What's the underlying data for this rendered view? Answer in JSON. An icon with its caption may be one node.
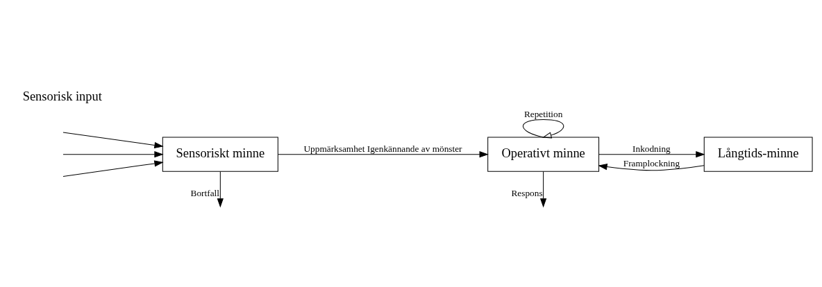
{
  "diagram": {
    "nodes": [
      {
        "text": [
          "Sensoriskt minne"
        ]
      },
      {
        "text": [
          "Operativt minne"
        ]
      },
      {
        "text": [
          "Långtids-minne"
        ]
      }
    ],
    "edges": [
      {
        "from": null,
        "to": 0,
        "arrow": "to"
      },
      {
        "from": null,
        "to": 0,
        "arrow": "to"
      },
      {
        "from": null,
        "to": 0,
        "arrow": "to"
      },
      {
        "from": 0,
        "to": null,
        "arrow": "to",
        "label": "Bortfall"
      },
      {
        "from": 0,
        "to": 1,
        "arrow": "to",
        "label": "Uppmärksamhet Igenkännande av mönster"
      },
      {
        "from": 1,
        "to": 1,
        "arrow": "to",
        "label": "Repetition"
      },
      {
        "from": 1,
        "to": 2,
        "arrow": "to",
        "label": "Inkodning"
      },
      {
        "from": 2,
        "to": 1,
        "arrow": "to",
        "label": "Framplockning"
      },
      {
        "from": 1,
        "to": null,
        "arrow": "to",
        "label": "Respons"
      }
    ],
    "labels": [
      "Sensorisk input"
    ]
  }
}
